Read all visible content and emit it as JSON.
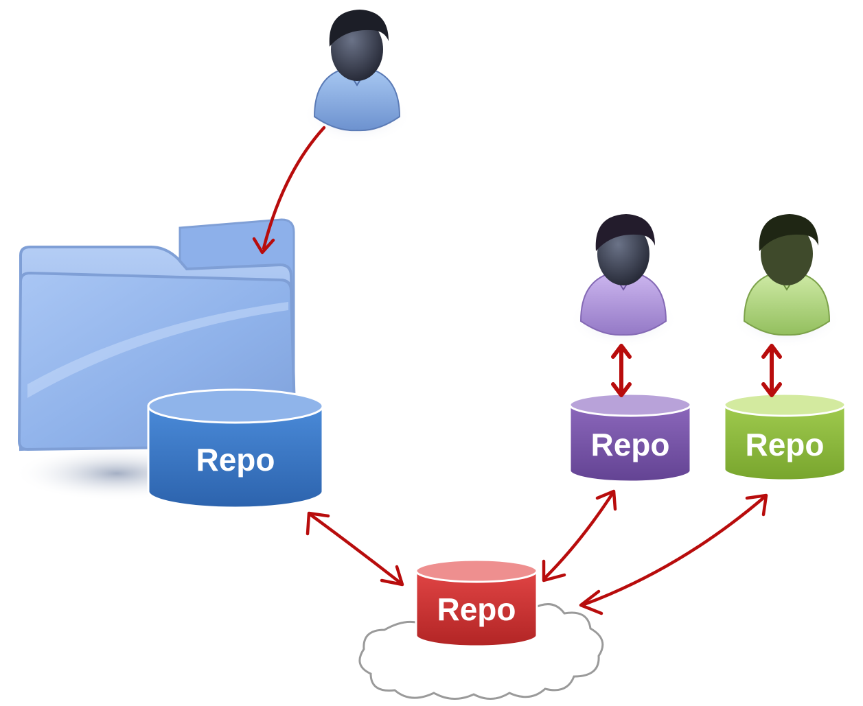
{
  "colors": {
    "arrow": "#b80c0c",
    "folder": "#9dbdf0",
    "user_blue": "#8fb3e8",
    "user_purple": "#b9a0e0",
    "user_green": "#b9dc8a",
    "repo_blue": "#3a78c9",
    "repo_purple": "#7b57aa",
    "repo_green": "#8fbc3e",
    "repo_red": "#d13434",
    "cloud_outline": "#9a9a9a"
  },
  "nodes": {
    "local_repo": {
      "label": "Repo",
      "icon": "database-icon"
    },
    "purple_repo": {
      "label": "Repo",
      "icon": "database-icon"
    },
    "green_repo": {
      "label": "Repo",
      "icon": "database-icon"
    },
    "remote_repo": {
      "label": "Repo",
      "icon": "database-icon"
    },
    "working_folder": {
      "icon": "folder-icon"
    },
    "cloud": {
      "icon": "cloud-icon"
    },
    "users": [
      {
        "icon": "user-icon",
        "color": "blue"
      },
      {
        "icon": "user-icon",
        "color": "purple"
      },
      {
        "icon": "user-icon",
        "color": "green"
      }
    ]
  }
}
